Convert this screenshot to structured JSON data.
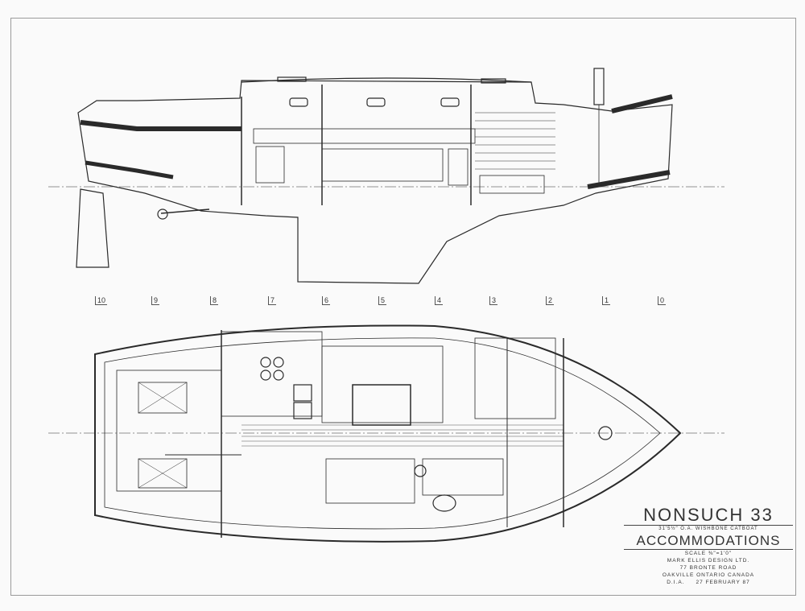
{
  "stations": [
    "10",
    "9",
    "8",
    "7",
    "6",
    "5",
    "4",
    "3",
    "2",
    "1",
    "0"
  ],
  "title_block": {
    "boat_name": "NONSUCH 33",
    "subtitle": "31'5½\" O.A. WISHBONE CATBOAT",
    "drawing_title": "ACCOMMODATIONS",
    "scale": "SCALE ⅜\"=1'0\"",
    "designer": "MARK ELLIS DESIGN LTD.",
    "address": "77 BRONTE ROAD",
    "city": "OAKVILLE ONTARIO CANADA",
    "initials": "D.I.A.",
    "date": "27 FEBRUARY 87"
  },
  "colors": {
    "ink": "#2a2a2a",
    "paper": "#fafafa",
    "frame": "#9a9a9a"
  }
}
